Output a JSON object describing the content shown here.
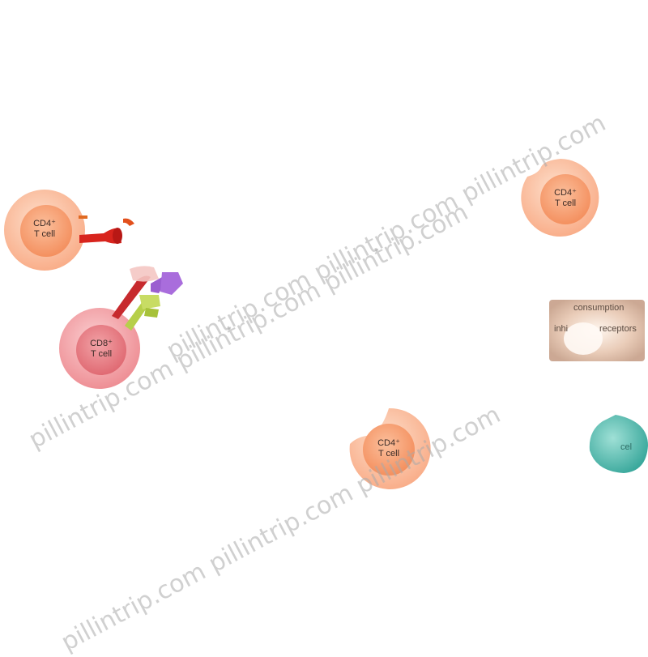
{
  "cells": {
    "cd4_left": {
      "line1": "CD4⁺",
      "line2": "T cell"
    },
    "cd8": {
      "line1": "CD8⁺",
      "line2": "T cell"
    },
    "cd4_right": {
      "line1": "CD4⁺",
      "line2": "T cell"
    },
    "cd4_bottom": {
      "line1": "CD4⁺",
      "line2": "T cell"
    },
    "teal_partial": {
      "label": "cel"
    }
  },
  "fragments": {
    "consumption": "consumption",
    "inhibitory_left": "inhi",
    "inhibitory_right": "receptors"
  },
  "watermark": {
    "text": "pillintrip.com pillintrip.com pillintrip.com"
  },
  "colors": {
    "cd4_outer": "#f9b592",
    "cd4_inner": "#f59a72",
    "cd8_outer": "#f2a0a4",
    "cd8_inner": "#e9787f",
    "red_ligand": "#d6251f",
    "purple_receptor": "#9b5fd0",
    "green_receptor": "#b6cf4a",
    "teal_cell": "#4fb7ac"
  }
}
